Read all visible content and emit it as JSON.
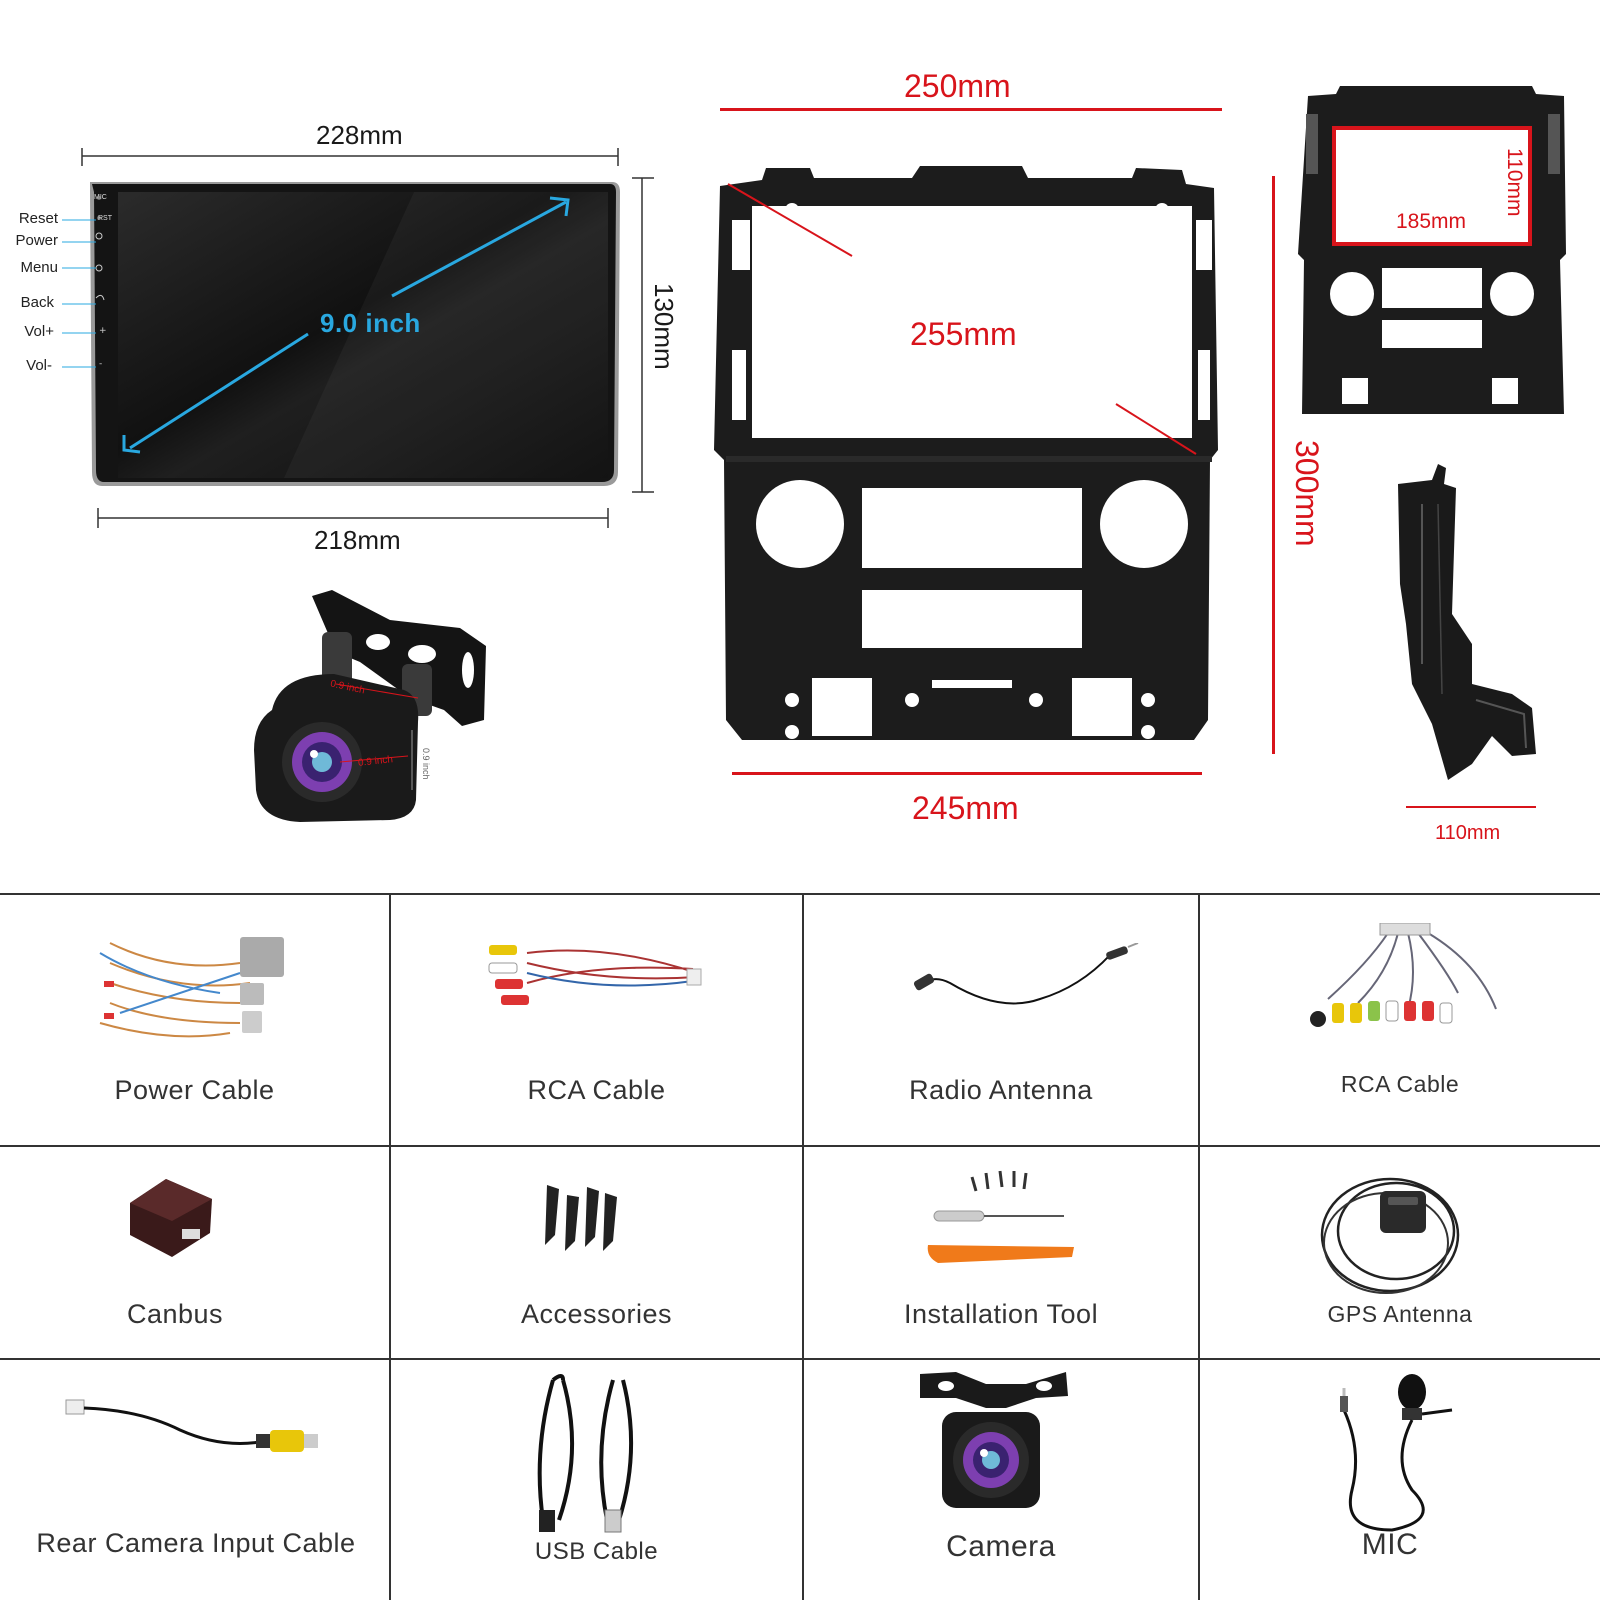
{
  "head_unit": {
    "top_width": "228mm",
    "bottom_width": "218mm",
    "height": "130mm",
    "diagonal": "9.0 inch",
    "buttons": [
      "Reset",
      "Power",
      "Menu",
      "Back",
      "Vol+",
      "Vol-"
    ],
    "side_marks": [
      "MIC",
      "RST"
    ]
  },
  "camera_top": {
    "dim_a": "0.9 inch",
    "dim_b": "0.9 inch",
    "dim_c": "0.9 inch"
  },
  "frame": {
    "top_width": "250mm",
    "inner_diagonal": "255mm",
    "bottom_width": "245mm",
    "height": "300mm"
  },
  "small_frame": {
    "inner_width": "185mm",
    "inner_height": "110mm"
  },
  "bracket": {
    "width": "110mm"
  },
  "items": [
    {
      "label": "Power Cable",
      "icon": "power-cable-icon"
    },
    {
      "label": "RCA Cable",
      "icon": "rca-cable-icon"
    },
    {
      "label": "Radio Antenna",
      "icon": "radio-antenna-icon"
    },
    {
      "label": "RCA Cable",
      "icon": "rca-cable-icon"
    },
    {
      "label": "Canbus",
      "icon": "canbus-icon"
    },
    {
      "label": "Accessories",
      "icon": "clips-icon"
    },
    {
      "label": "Installation Tool",
      "icon": "tool-icon"
    },
    {
      "label": "GPS Antenna",
      "icon": "gps-antenna-icon"
    },
    {
      "label": "Rear Camera Input Cable",
      "icon": "camera-cable-icon"
    },
    {
      "label": "USB Cable",
      "icon": "usb-cable-icon"
    },
    {
      "label": "Camera",
      "icon": "camera-icon"
    },
    {
      "label": "MIC",
      "icon": "mic-icon"
    }
  ],
  "colors": {
    "dimension_red": "#d8141b",
    "arrow_blue": "#29a8e0",
    "grid_line": "#333333"
  }
}
